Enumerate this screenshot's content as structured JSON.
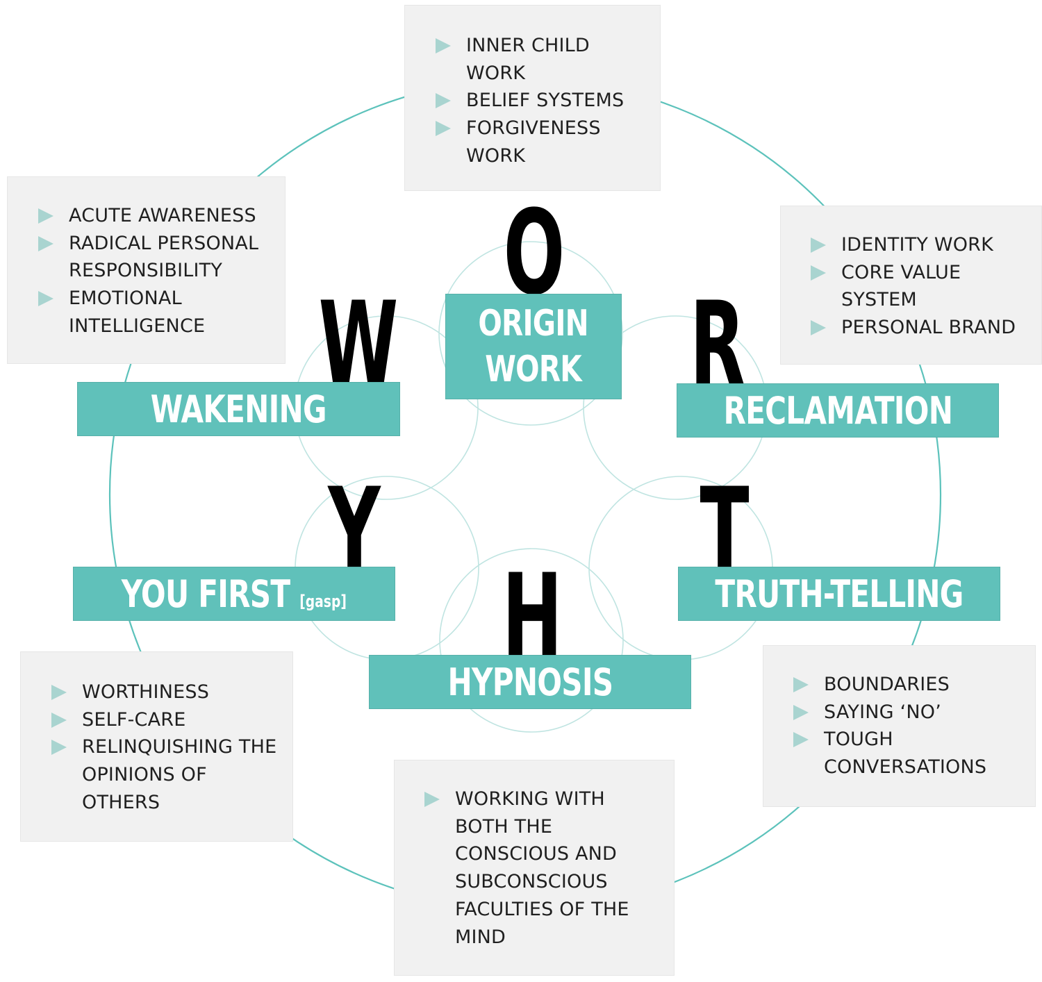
{
  "colors": {
    "teal": "#60c1ba",
    "ring": "#5cc2bb",
    "card": "#f1f1f1",
    "bullet": "#a9d4d0",
    "letter": "#000000"
  },
  "letters": {
    "w": "W",
    "o": "O",
    "r": "R",
    "t": "T",
    "h": "H",
    "y": "Y"
  },
  "banners": {
    "origin_line1": "ORIGIN",
    "origin_line2": "WORK",
    "wakening": "WAKENING",
    "reclamation": "RECLAMATION",
    "you_first": "YOU FIRST",
    "you_first_note": "[gasp]",
    "truth_telling": "TRUTH-TELLING",
    "hypnosis": "HYPNOSIS"
  },
  "cards": {
    "origin": [
      "INNER CHILD WORK",
      "BELIEF SYSTEMS",
      "FORGIVENESS WORK"
    ],
    "wakening": [
      "ACUTE AWARENESS",
      "RADICAL PERSONAL RESPONSIBILITY",
      "EMOTIONAL INTELLIGENCE"
    ],
    "reclamation": [
      "IDENTITY WORK",
      "CORE VALUE SYSTEM",
      "PERSONAL BRAND"
    ],
    "you_first": [
      "WORTHINESS",
      "SELF-CARE",
      "RELINQUISHING THE OPINIONS OF OTHERS"
    ],
    "truth_telling": [
      "BOUNDARIES",
      "SAYING ‘NO’",
      "TOUGH CONVERSATIONS"
    ],
    "hypnosis": [
      "WORKING WITH BOTH THE CONSCIOUS AND SUBCONSCIOUS FACULTIES OF THE MIND"
    ]
  }
}
